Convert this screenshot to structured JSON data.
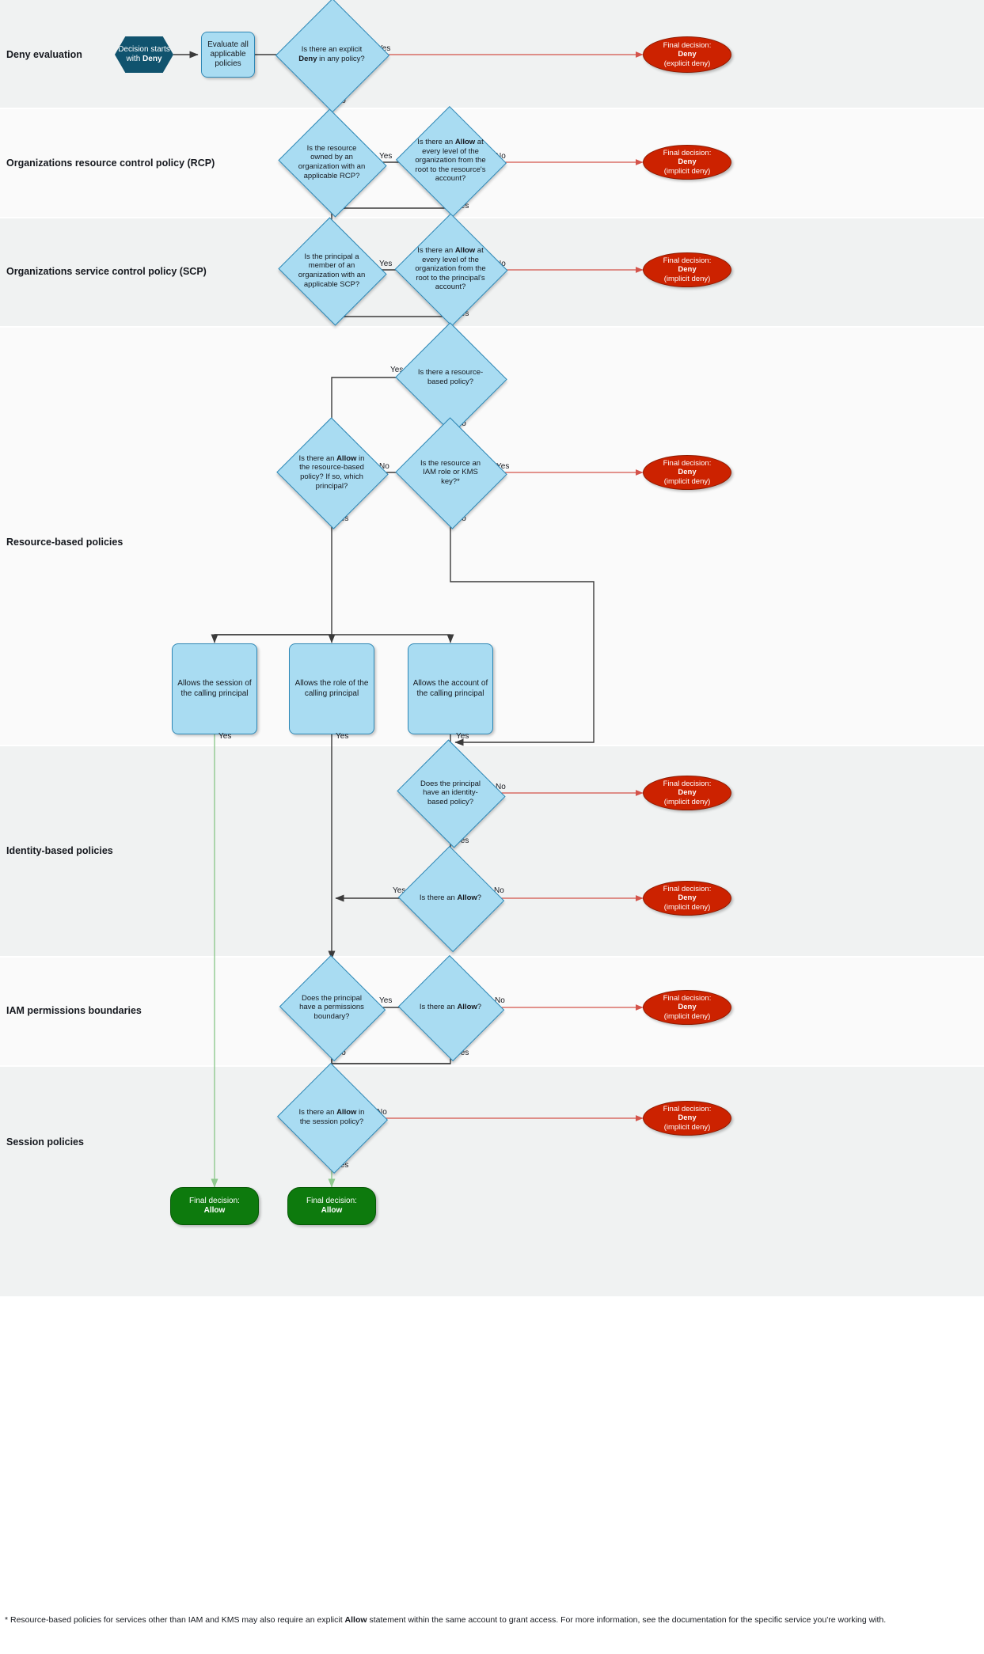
{
  "diagram": {
    "title": "AWS IAM policy evaluation flow",
    "colors": {
      "lane_shade": "#f0f2f2",
      "lane_light": "#fafafa",
      "decision_fill": "#a9dcf2",
      "decision_stroke": "#2e87b5",
      "start_fill": "#10536e",
      "deny_fill": "#cc2200",
      "allow_fill": "#0d7a0d",
      "deny_edge": "#d4534a",
      "allow_edge": "#8fc98f",
      "edge": "#3b3b3b"
    }
  },
  "lanes": [
    {
      "label": "Deny evaluation"
    },
    {
      "label": "Organizations resource control policy (RCP)"
    },
    {
      "label": "Organizations service control policy (SCP)"
    },
    {
      "label": "Resource-based policies"
    },
    {
      "label": "Identity-based policies"
    },
    {
      "label": "IAM permissions boundaries"
    },
    {
      "label": "Session policies"
    }
  ],
  "nodes": {
    "start": {
      "line1": "Decision starts",
      "line2": "with Deny",
      "bold_word": "Deny"
    },
    "evaluate": {
      "text": "Evaluate all applicable policies"
    },
    "explicit_deny": {
      "pre": "Is there an explicit ",
      "bold": "Deny",
      "post": " in any policy?"
    },
    "rcp_owned": {
      "text": "Is the resource owned by an organization with an applicable RCP?"
    },
    "rcp_allow": {
      "pre": "Is there an ",
      "bold": "Allow",
      "post": " at every level of the organization from the root to the resource's account?"
    },
    "scp_member": {
      "text": "Is the principal a member of an organization with an applicable SCP?"
    },
    "scp_allow": {
      "pre": "Is there an ",
      "bold": "Allow",
      "post": " at every level of the organization from the root to the principal's account?"
    },
    "rbp_exists": {
      "text": "Is there a resource-based policy?"
    },
    "rbp_allow": {
      "pre": "Is there an ",
      "bold": "Allow",
      "post": " in the resource-based policy? If so, which principal?"
    },
    "iam_role_kms": {
      "text": "Is the resource an IAM role or KMS key?*"
    },
    "allows_session": {
      "text": "Allows the session of the calling principal"
    },
    "allows_role": {
      "text": "Allows the role of the calling principal"
    },
    "allows_account": {
      "text": "Allows the account of the calling principal"
    },
    "identity_based": {
      "text": "Does the principal have an identity-based policy?"
    },
    "identity_allow": {
      "pre": "Is there an ",
      "bold": "Allow",
      "post": "?"
    },
    "pb_exists": {
      "text": "Does the principal have a permissions boundary?"
    },
    "pb_allow": {
      "pre": "Is there an ",
      "bold": "Allow",
      "post": "?"
    },
    "session_allow": {
      "pre": "Is there an ",
      "bold": "Allow",
      "post": " in the session policy?"
    }
  },
  "terminators": {
    "deny_explicit": {
      "line1": "Final decision:",
      "line2": "Deny",
      "line3": "(explicit deny)"
    },
    "deny_implicit": {
      "line1": "Final decision:",
      "line2": "Deny",
      "line3": "(implicit deny)"
    },
    "allow": {
      "line1": "Final decision:",
      "line2": "Allow"
    }
  },
  "edge_labels": {
    "yes": "Yes",
    "no": "No"
  },
  "footnote": {
    "pre": "* Resource-based policies for services other than IAM and KMS may also require an explicit ",
    "bold": "Allow",
    "post": " statement within the same account to grant access. For more information, see the documentation for the specific service you're working with."
  }
}
